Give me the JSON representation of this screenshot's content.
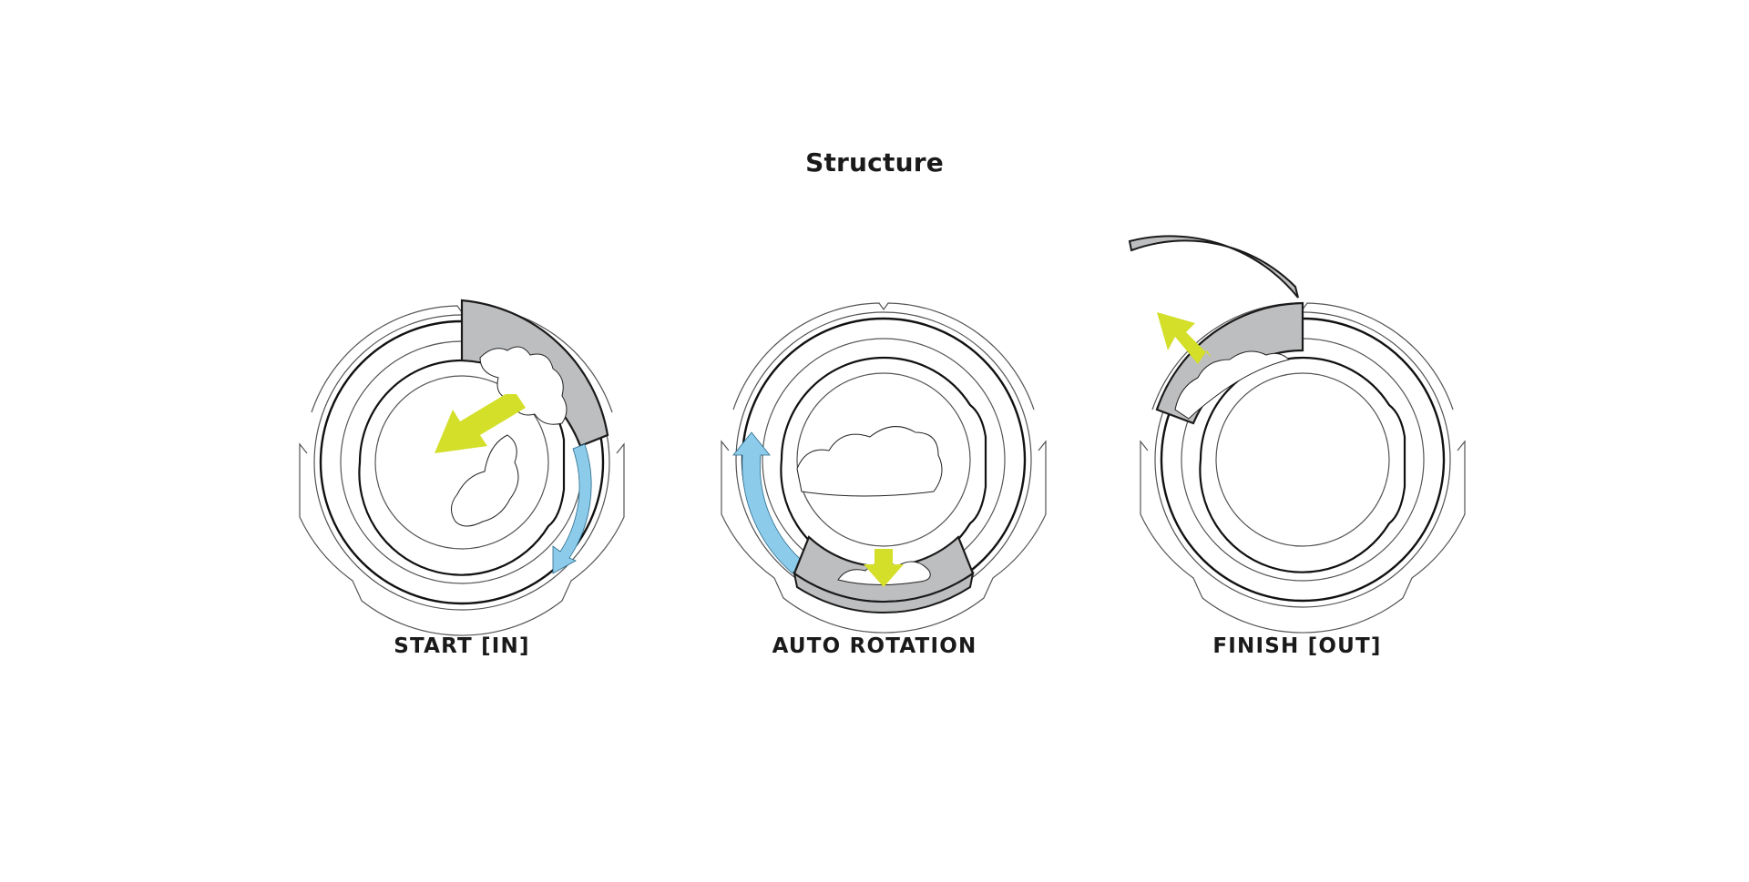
{
  "title": "Structure",
  "colors": {
    "chamber_fill": "#bdbebf",
    "load_arrow": "#d4df2a",
    "rotation_arrow": "#8ccbe9",
    "outline": "#1a1a1a"
  },
  "stages": [
    {
      "label": "START [IN]",
      "load_arrow_direction": "inward",
      "rotation_arrow": "clockwise, right side"
    },
    {
      "label": "AUTO ROTATION",
      "load_arrow_direction": "down",
      "rotation_arrow": "clockwise, left side"
    },
    {
      "label": "FINISH [OUT]",
      "load_arrow_direction": "outward",
      "rotation_arrow": "none"
    }
  ]
}
